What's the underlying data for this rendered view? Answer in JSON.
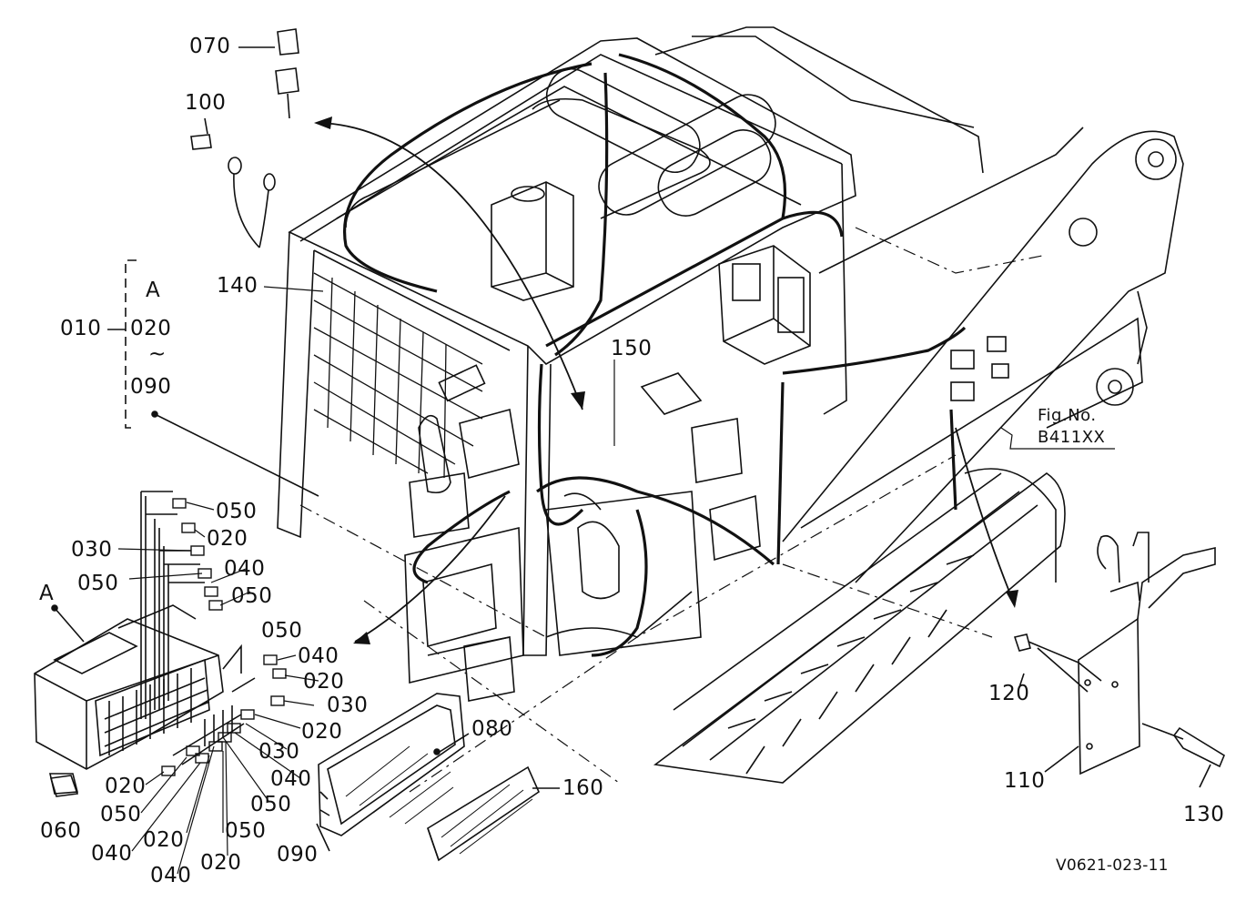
{
  "callouts": {
    "c070": "070",
    "c100": "100",
    "c140": "140",
    "c010": "010",
    "groupA": "A",
    "groupFrom": "020",
    "groupTilde": "~",
    "groupTo": "090",
    "c150": "150",
    "figNo": "Fig.No.",
    "figRef": "B411XX",
    "fb_050_a": "050",
    "fb_020_a": "020",
    "fb_030_a": "030",
    "fb_040_a": "040",
    "fb_050_b": "050",
    "fb_050_c": "050",
    "fb_A": "A",
    "fb_050_d": "050",
    "fb_040_b": "040",
    "fb_020_b": "020",
    "fb_030_b": "030",
    "fb_020_c": "020",
    "fb_030_c": "030",
    "fb_040_c": "040",
    "fb_050_e": "050",
    "fb_020_d": "020",
    "fb_050_f": "050",
    "fb_050_g": "050",
    "fb_020_e": "020",
    "fb_040_d": "040",
    "fb_020_f": "020",
    "fb_040_e": "040",
    "c060": "060",
    "c080": "080",
    "c160": "160",
    "c090": "090",
    "c120": "120",
    "c110": "110",
    "c130": "130",
    "drawingNo": "V0621-023-11"
  }
}
